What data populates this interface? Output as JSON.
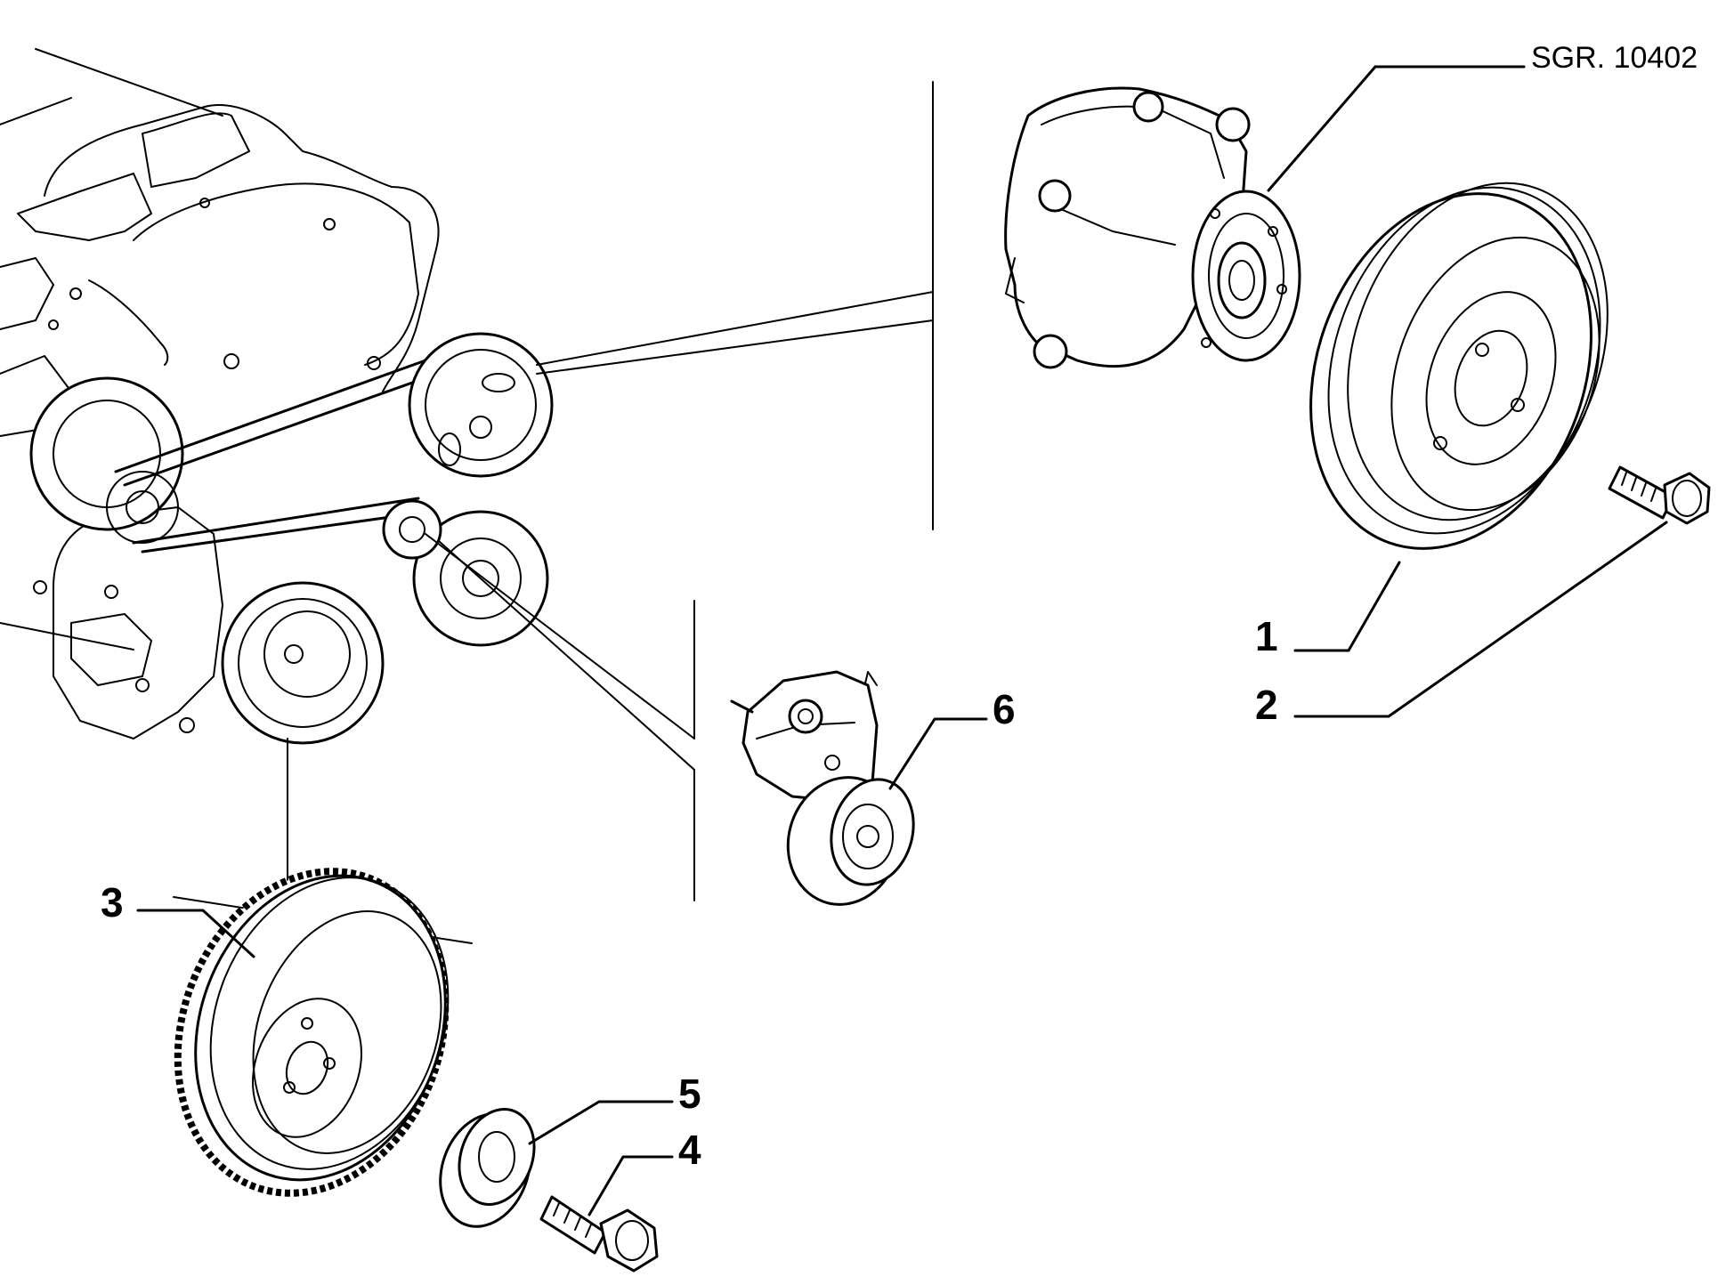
{
  "reference_code": "SGR. 10402",
  "callouts": [
    "1",
    "2",
    "3",
    "4",
    "5",
    "6"
  ]
}
